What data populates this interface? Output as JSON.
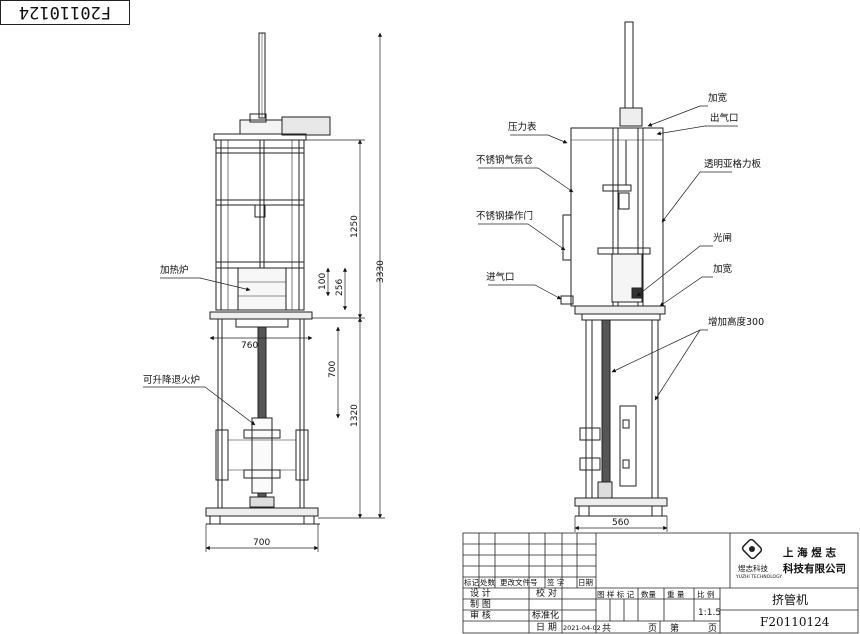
{
  "stamp_code": "F20110124",
  "left_view": {
    "dims": {
      "total_height": "3330",
      "upper_height": "1250",
      "lower_height": "1320",
      "furnace_256": "256",
      "furnace_100": "100",
      "width_760": "760",
      "travel_700": "700",
      "base_width": "700"
    },
    "labels": {
      "heating_furnace": "加热炉",
      "lift_furnace": "可升降退火炉"
    }
  },
  "right_view": {
    "dims": {
      "base_width": "560"
    },
    "labels": {
      "widen_top": "加宽",
      "air_outlet": "出气口",
      "pressure_gauge": "压力表",
      "ss_gas_chamber": "不锈钢气氛仓",
      "acrylic_panel": "透明亚格力板",
      "ss_door": "不锈钢操作门",
      "light_curtain": "光闸",
      "air_inlet": "进气口",
      "widen_bottom": "加宽",
      "height_increase": "增加高度300"
    }
  },
  "title_block": {
    "company_line1": "上 海 煜 志",
    "company_line2": "科技有限公司",
    "logo_text": "煜志科技",
    "logo_sub": "YUZHI TECHNOLOGY",
    "product_name": "挤管机",
    "drawing_no": "F20110124",
    "scale": "1:1.5",
    "revision_header": [
      "标记",
      "处数",
      "更改文件号",
      "签 字",
      "日期"
    ],
    "row_design": "设 计",
    "row_check": "校 对",
    "row_draw": "制 图",
    "row_review": "审 核",
    "row_standard": "标准化",
    "row_date": "日 期",
    "date_value": "2021-04-02",
    "stage_header": [
      "图 样 标 记",
      "数量",
      "重 量",
      "比 例"
    ],
    "total_label": "共",
    "sheet_unit": "页",
    "page_label": "第",
    "page_unit": "页"
  }
}
